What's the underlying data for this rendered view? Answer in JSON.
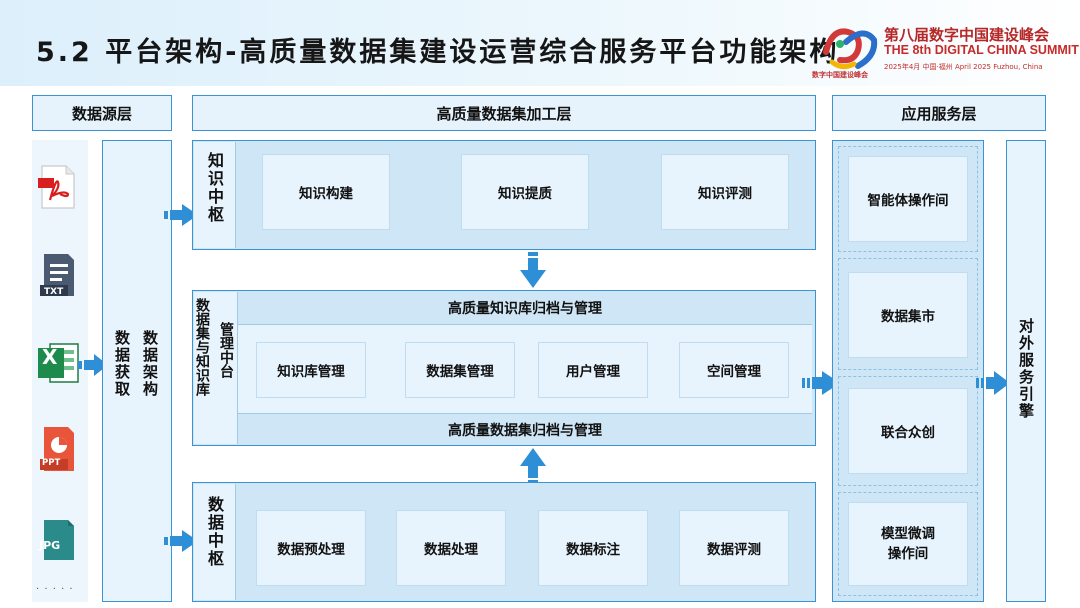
{
  "header": {
    "title": "5.2 平台架构-高质量数据集建设运营综合服务平台功能架构",
    "summit_cn": "第八届数字中国建设峰会",
    "summit_en": "THE 8th DIGITAL CHINA SUMMIT",
    "summit_date": "2025年4月  中国·福州  April 2025  Fuzhou, China",
    "logo_text": "数字中国建设峰会"
  },
  "source_layer": {
    "title": "数据源层",
    "icons": [
      {
        "name": "pdf-file-icon",
        "label": ""
      },
      {
        "name": "txt-file-icon",
        "label": "TXT"
      },
      {
        "name": "excel-file-icon",
        "label": "X"
      },
      {
        "name": "ppt-file-icon",
        "label": "PPT"
      },
      {
        "name": "jpg-file-icon",
        "label": "JPG"
      }
    ],
    "more": "· · · · ·",
    "acquire_label": "数据获取",
    "architecture_label": "数据架构"
  },
  "processing_layer": {
    "title": "高质量数据集加工层",
    "knowledge_hub": {
      "label": "知识中枢",
      "items": [
        "知识构建",
        "知识提质",
        "知识评测"
      ]
    },
    "middle": {
      "label_left": "数据集与知识库",
      "label_right": "管理中台",
      "top_band": "高质量知识库归档与管理",
      "items": [
        "知识库管理",
        "数据集管理",
        "用户管理",
        "空间管理"
      ],
      "bottom_band": "高质量数据集归档与管理"
    },
    "data_hub": {
      "label": "数据中枢",
      "items": [
        "数据预处理",
        "数据处理",
        "数据标注",
        "数据评测"
      ]
    }
  },
  "app_layer": {
    "title": "应用服务层",
    "items": [
      "智能体操作间",
      "数据集市",
      "联合众创",
      "模型微调\n操作间"
    ],
    "engine": "对外服务引擎"
  },
  "colors": {
    "accent": "#3c93d4",
    "panel": "#cfe6f6",
    "inner": "#e8f4fd",
    "arrow": "#2f8fd6"
  }
}
